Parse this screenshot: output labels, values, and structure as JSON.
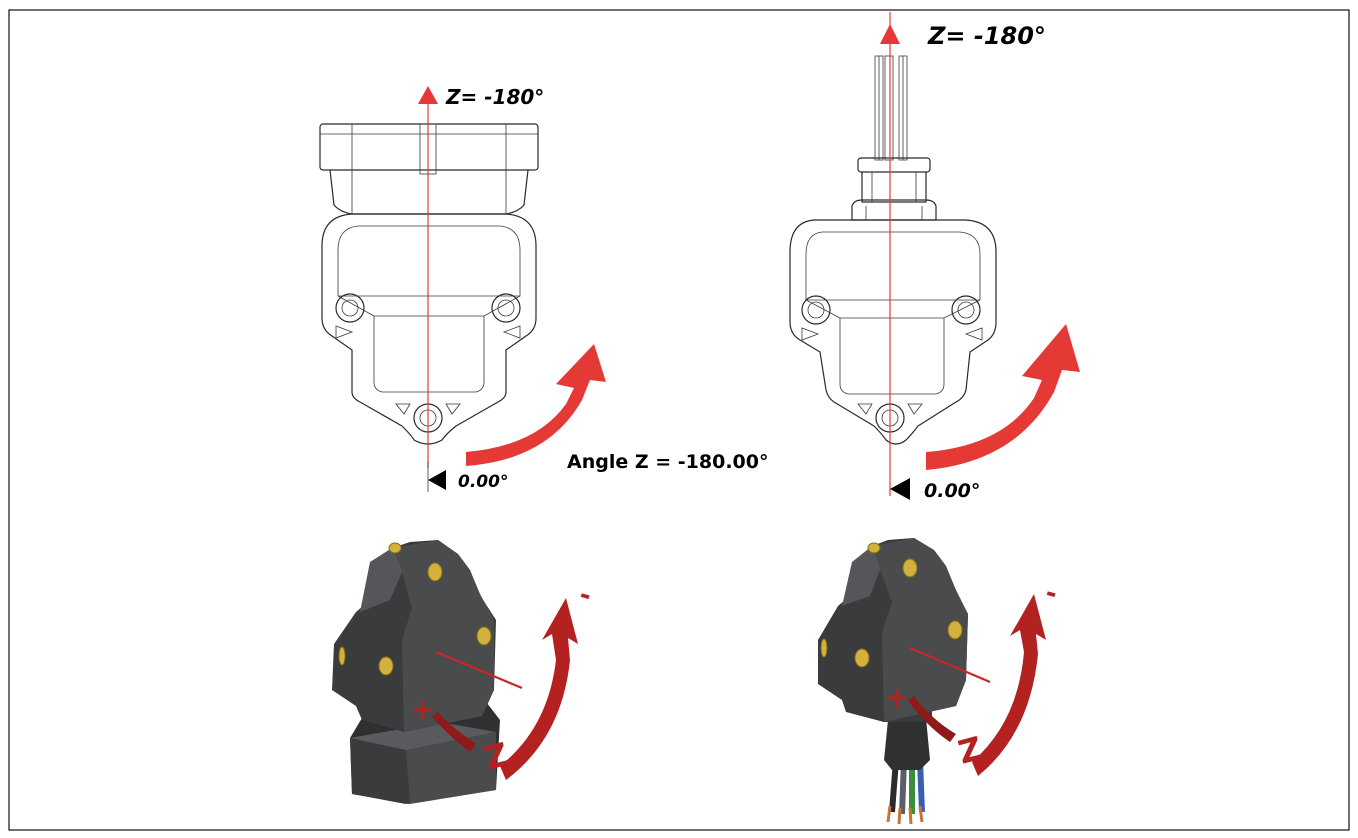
{
  "left_drawing": {
    "z_label": "Z= -180°",
    "zero_label": "0.00°"
  },
  "right_drawing": {
    "z_label": "Z= -180°",
    "zero_label": "0.00°"
  },
  "center_label": "Angle Z = -180.00°",
  "left_render": {
    "plus_label": "+",
    "minus_label": "-",
    "z_letter": "Z"
  },
  "right_render": {
    "plus_label": "+",
    "minus_label": "-",
    "z_letter": "Z"
  },
  "colors": {
    "arrow_red": "#e53935",
    "axis_red": "#e53935",
    "housing_dark": "#3a3b3d",
    "insert_brass": "#d2b23c"
  }
}
